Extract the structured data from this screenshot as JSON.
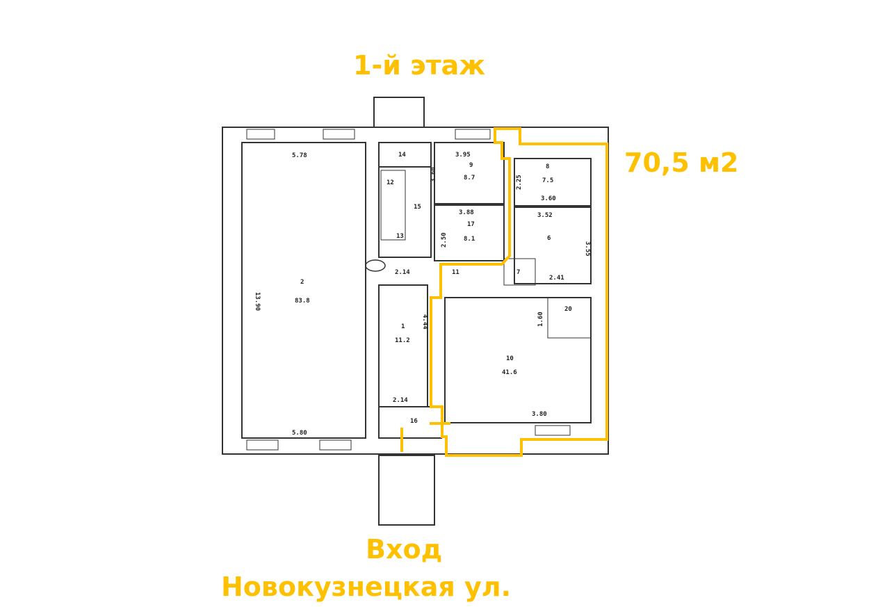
{
  "floor_title": "1-й этаж",
  "highlight_area": "70,5 м2",
  "entrance_label": "Вход",
  "street_label": "Новокузнецкая ул.",
  "highlight_color": "#FFC000",
  "plan_labels": {
    "r2_top": "5.78",
    "r2_num": "2",
    "r2_area": "83.8",
    "r2_len": "13.90",
    "r2_bottom": "5.80",
    "r14": "14",
    "r12": "12",
    "r15": "15",
    "r13": "13",
    "r9_w": "3.95",
    "r9_num": "9",
    "r9_area": "8.7",
    "r9_h": "3.60",
    "r17_w": "3.88",
    "r17_num": "17",
    "r17_area": "8.1",
    "r17_h": "2.50",
    "corr_w": "2.14",
    "r11": "11",
    "r1_num": "1",
    "r1_area": "11.2",
    "r1_h": "4.44",
    "r16_w": "2.14",
    "r16": "16",
    "r8_num": "8",
    "r8_area": "7.5",
    "r8_h": "2.25",
    "r8_w": "3.60",
    "r6_w": "3.52",
    "r6_num": "6",
    "r6_h": "3.55",
    "r6_b": "2.41",
    "r7": "7",
    "r20": "20",
    "r10_num": "10",
    "r10_area": "41.6",
    "r10_h": "1.60",
    "r10_w": "3.80"
  }
}
